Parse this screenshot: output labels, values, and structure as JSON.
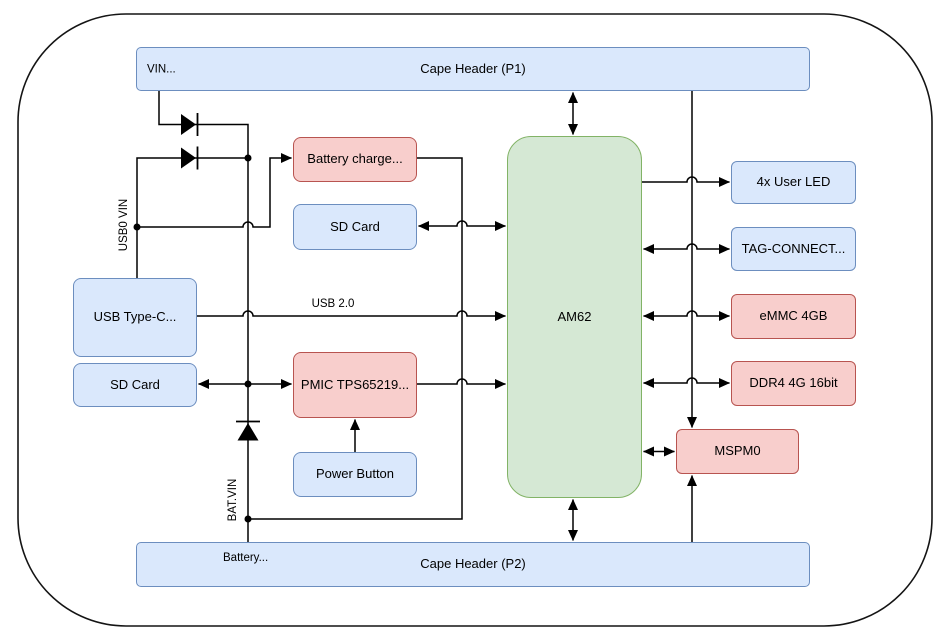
{
  "diagram": {
    "type": "block-diagram",
    "colors": {
      "background": "#ffffff",
      "line": "#000000",
      "blue_fill": "#dae8fc",
      "blue_stroke": "#6c8ebf",
      "red_fill": "#f8cecc",
      "red_stroke": "#b85450",
      "green_fill": "#d5e8d4",
      "green_stroke": "#82b366"
    },
    "blocks": {
      "cape_header_p1": "Cape Header (P1)",
      "battery_charger": "Battery charge...",
      "sd_card_top": "SD Card",
      "usb_type_c": "USB Type-C...",
      "sd_card_left": "SD Card",
      "pmic": "PMIC TPS65219...",
      "power_button": "Power Button",
      "am62": "AM62",
      "user_led": "4x User LED",
      "tag_connect": "TAG-CONNECT...",
      "emmc": "eMMC 4GB",
      "ddr4": "DDR4 4G 16bit",
      "mspm0": "MSPM0",
      "cape_header_p2": "Cape Header (P2)"
    },
    "labels": {
      "vin": "VIN...",
      "usb0_vin": "USB0 VIN",
      "usb_2_0": "USB 2.0",
      "bat_vin": "BAT.VIN",
      "battery": "Battery..."
    },
    "connections": [
      {
        "from": "cape_header_p1",
        "to": "am62",
        "arrows": "both"
      },
      {
        "from": "am62",
        "to": "cape_header_p2",
        "arrows": "both"
      },
      {
        "from": "cape_header_p1",
        "to": "mspm0",
        "arrows": "to"
      },
      {
        "from": "cape_header_p2",
        "to": "mspm0",
        "arrows": "to"
      },
      {
        "from": "am62",
        "to": "user_led",
        "arrows": "to"
      },
      {
        "from": "am62",
        "to": "tag_connect",
        "arrows": "both"
      },
      {
        "from": "am62",
        "to": "emmc",
        "arrows": "both"
      },
      {
        "from": "am62",
        "to": "ddr4",
        "arrows": "both"
      },
      {
        "from": "am62",
        "to": "mspm0",
        "arrows": "both"
      },
      {
        "from": "usb0_vin_node",
        "to": "battery_charger",
        "arrows": "to"
      },
      {
        "from": "usb_type_c",
        "to": "am62",
        "arrows": "to",
        "label": "USB 2.0"
      },
      {
        "from": "sd_card_left",
        "to": "pmic",
        "arrows": "both"
      },
      {
        "from": "pmic",
        "to": "am62",
        "arrows": "to"
      },
      {
        "from": "sd_card_top",
        "to": "am62",
        "arrows": "both"
      },
      {
        "from": "battery_charger",
        "to": "bat_vin_node",
        "arrows": "none"
      },
      {
        "from": "power_button",
        "to": "pmic",
        "arrows": "to"
      },
      {
        "from": "cape_header_p1_vin",
        "to": "bat_vin_rail",
        "arrows": "none",
        "via": "diode"
      },
      {
        "from": "usb_type_c",
        "to": "bat_vin_rail",
        "arrows": "none",
        "via": "diode"
      },
      {
        "from": "bat_vin_node",
        "to": "cape_header_p2",
        "arrows": "none",
        "via": "diode"
      }
    ]
  }
}
